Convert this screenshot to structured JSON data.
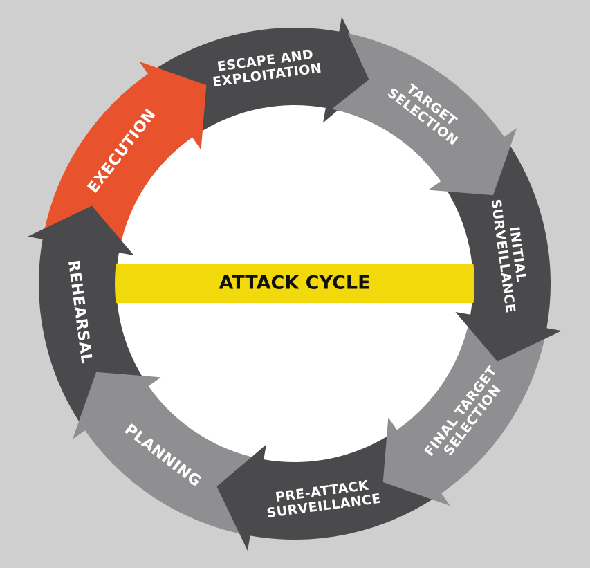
{
  "diagram": {
    "center_label": "ATTACK CYCLE",
    "steps": [
      {
        "id": "target-selection",
        "lines": [
          "TARGET",
          "SELECTION"
        ],
        "color": "#8f8f91"
      },
      {
        "id": "initial-surveillance",
        "lines": [
          "INITIAL",
          "SURVEILLANCE"
        ],
        "color": "#4a4a4d"
      },
      {
        "id": "final-target-selection",
        "lines": [
          "FINAL TARGET",
          "SELECTION"
        ],
        "color": "#8f8f91"
      },
      {
        "id": "pre-attack-surveillance",
        "lines": [
          "PRE-ATTACK",
          "SURVEILLANCE"
        ],
        "color": "#4a4a4d"
      },
      {
        "id": "planning",
        "lines": [
          "PLANNING"
        ],
        "color": "#8f8f91"
      },
      {
        "id": "rehearsal",
        "lines": [
          "REHEARSAL"
        ],
        "color": "#4a4a4d"
      },
      {
        "id": "execution",
        "lines": [
          "EXECUTION"
        ],
        "color": "#e8532d"
      },
      {
        "id": "escape-and-exploitation",
        "lines": [
          "ESCAPE AND",
          "EXPLOITATION"
        ],
        "color": "#4a4a4d"
      }
    ],
    "colors": {
      "background": "#cfcfcf",
      "center_fill": "#ffffff",
      "band": "#f1d90c",
      "text_light": "#ffffff",
      "text_dark": "#111111"
    }
  }
}
